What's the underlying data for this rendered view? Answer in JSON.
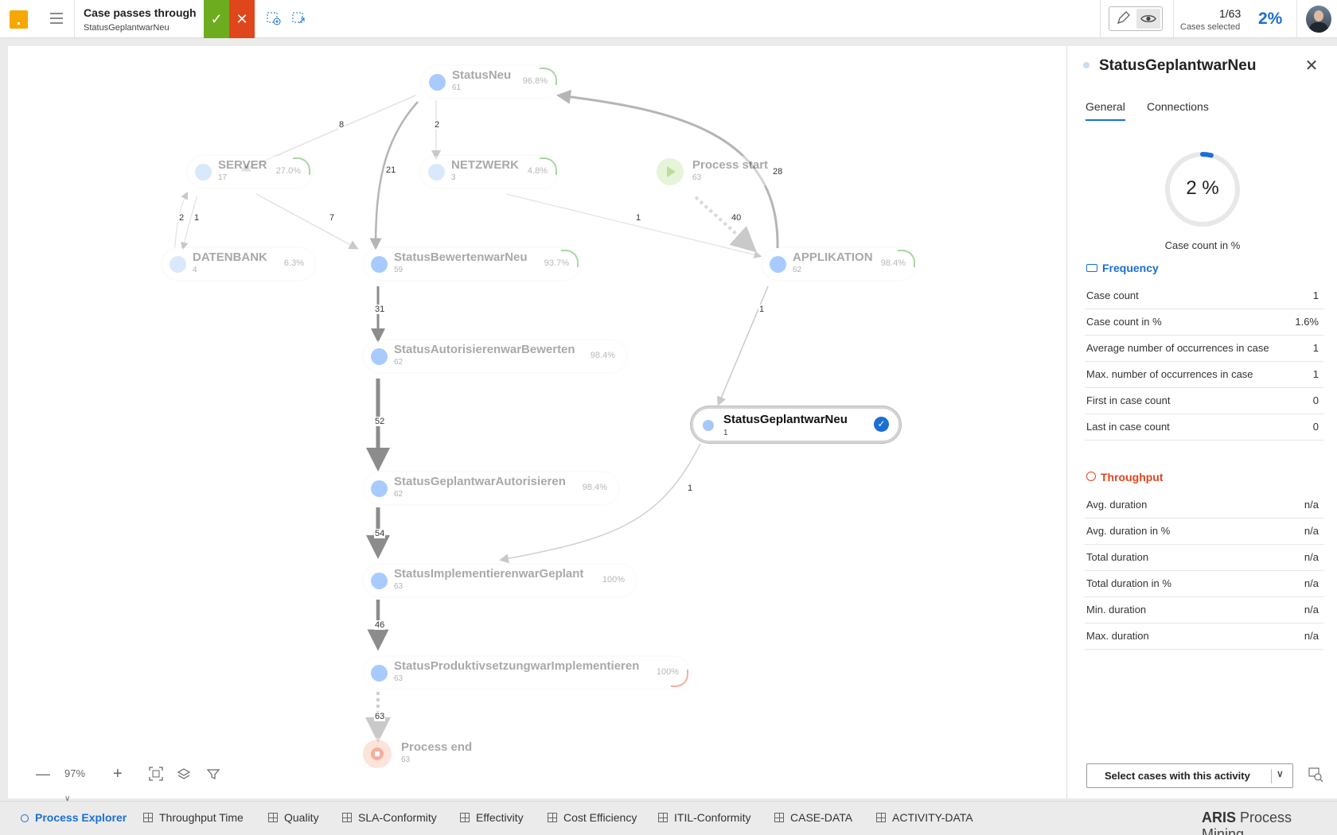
{
  "header": {
    "filter_title": "Case passes through",
    "filter_subtitle": "StatusGeplantwarNeu",
    "apply_label": "✓",
    "discard_label": "✕",
    "cases_count": "1/63",
    "cases_label": "Cases selected",
    "cases_pct": "2%"
  },
  "graph": {
    "nodes": {
      "status_neu": {
        "label": "StatusNeu",
        "count": "61",
        "pct": "96.8%"
      },
      "server": {
        "label": "SERVER",
        "count": "17",
        "pct": "27.0%"
      },
      "netzwerk": {
        "label": "NETZWERK",
        "count": "3",
        "pct": "4.8%"
      },
      "process_start": {
        "label": "Process start",
        "count": "63"
      },
      "datenbank": {
        "label": "DATENBANK",
        "count": "4",
        "pct": "6.3%"
      },
      "bewerten": {
        "label": "StatusBewertenwarNeu",
        "count": "59",
        "pct": "93.7%"
      },
      "applikation": {
        "label": "APPLIKATION",
        "count": "62",
        "pct": "98.4%"
      },
      "autorisieren": {
        "label": "StatusAutorisierenwarBewerten",
        "count": "62",
        "pct": "98.4%"
      },
      "geplant_neu": {
        "label": "StatusGeplantwarNeu",
        "count": "1"
      },
      "geplant_aut": {
        "label": "StatusGeplantwarAutorisieren",
        "count": "62",
        "pct": "98.4%"
      },
      "implementieren": {
        "label": "StatusImplementierenwarGeplant",
        "count": "63",
        "pct": "100%"
      },
      "produktiv": {
        "label": "StatusProduktivsetzungwarImplementieren",
        "count": "63",
        "pct": "100%"
      },
      "process_end": {
        "label": "Process end",
        "count": "63"
      }
    },
    "edges": {
      "neu_server": "8",
      "neu_netzwerk": "2",
      "neu_bewerten": "21",
      "app_neu": "28",
      "start_app": "40",
      "server_daten": "2",
      "daten_server": "1",
      "server_bewerten": "7",
      "netz_app": "1",
      "bew_aut": "31",
      "app_geplant": "1",
      "aut_geplaut": "52",
      "geplant_impl": "1",
      "geplaut_impl": "54",
      "impl_prod": "46",
      "prod_end": "63"
    }
  },
  "zoom": {
    "level": "97%"
  },
  "panel": {
    "title": "StatusGeplantwarNeu",
    "tabs": [
      "General",
      "Connections"
    ],
    "donut_value": "2 %",
    "donut_fraction": 0.016,
    "donut_label": "Case count in %",
    "frequency": {
      "title": "Frequency",
      "rows": [
        {
          "key": "Case count",
          "value": "1"
        },
        {
          "key": "Case count in %",
          "value": "1.6%"
        },
        {
          "key": "Average number of occurrences in case",
          "value": "1"
        },
        {
          "key": "Max. number of occurrences in case",
          "value": "1"
        },
        {
          "key": "First in case count",
          "value": "0"
        },
        {
          "key": "Last in case count",
          "value": "0"
        }
      ]
    },
    "throughput": {
      "title": "Throughput",
      "rows": [
        {
          "key": "Avg. duration",
          "value": "n/a"
        },
        {
          "key": "Avg. duration in %",
          "value": "n/a"
        },
        {
          "key": "Total duration",
          "value": "n/a"
        },
        {
          "key": "Total duration in %",
          "value": "n/a"
        },
        {
          "key": "Min. duration",
          "value": "n/a"
        },
        {
          "key": "Max. duration",
          "value": "n/a"
        }
      ]
    },
    "select_button": "Select cases with this activity"
  },
  "bottom_tabs": [
    "Process Explorer",
    "Throughput Time",
    "Quality",
    "SLA-Conformity",
    "Effectivity",
    "Cost Efficiency",
    "ITIL-Conformity",
    "CASE-DATA",
    "ACTIVITY-DATA"
  ],
  "brand": {
    "strong": "ARIS",
    "rest": " Process Mining"
  },
  "colors": {
    "accent": "#1a6fd4",
    "apply": "#6cac1e",
    "discard": "#e0461c",
    "frequency": "#1a6fd4",
    "throughput": "#e0461c"
  }
}
